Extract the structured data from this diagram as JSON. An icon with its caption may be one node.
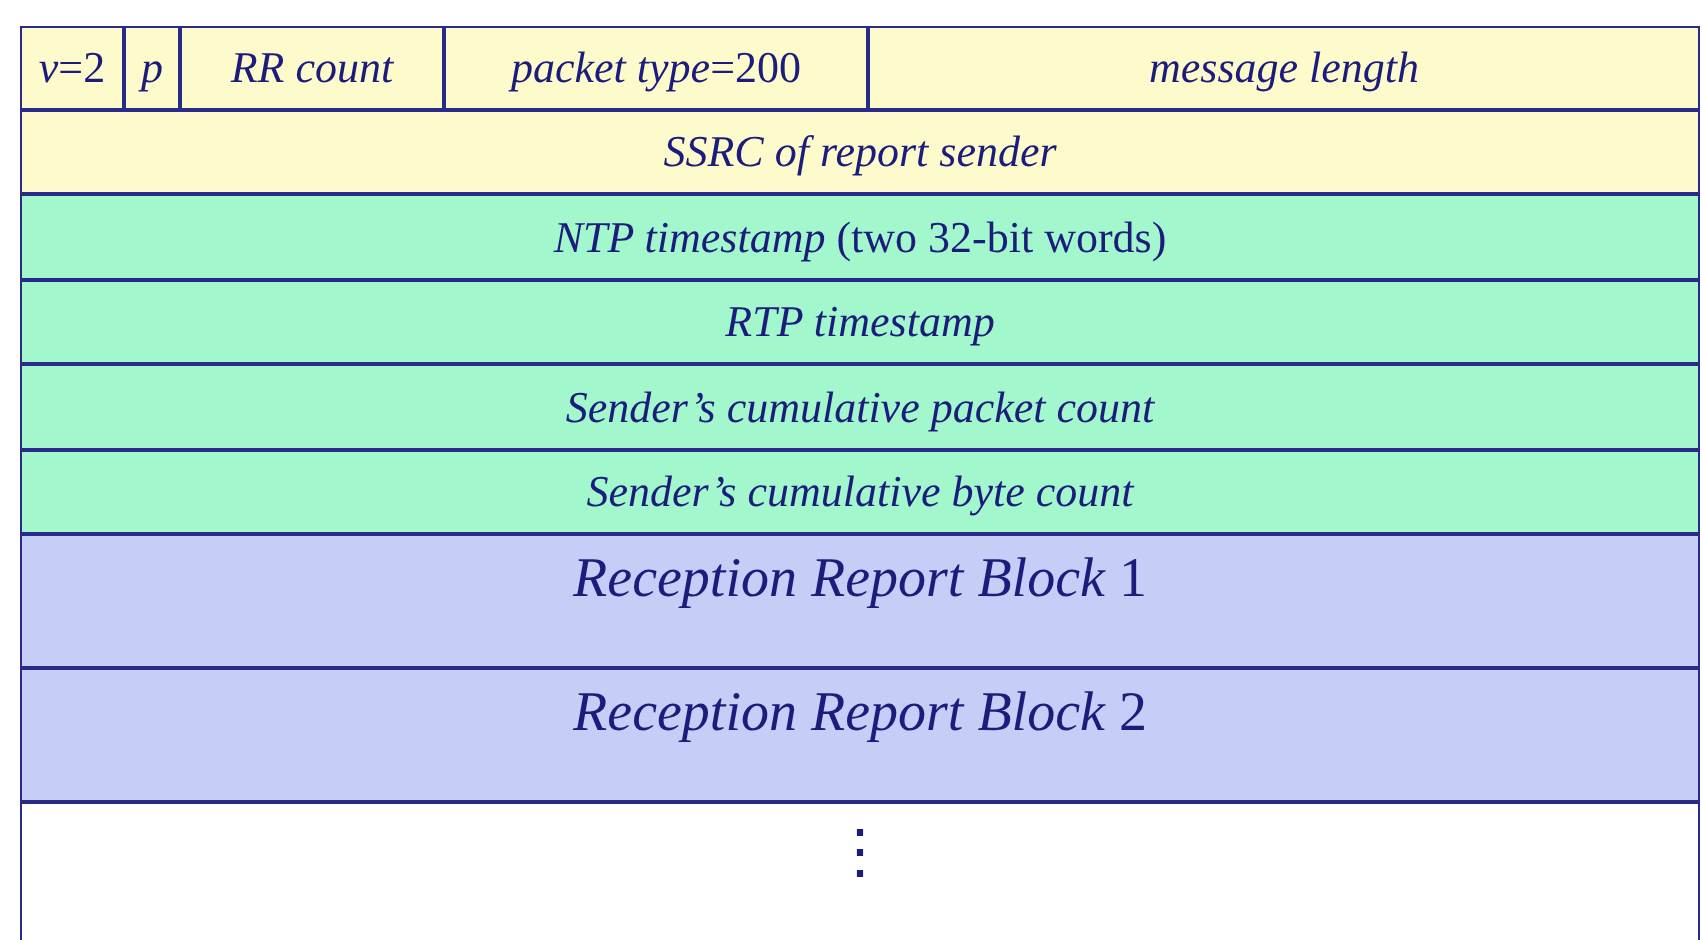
{
  "diagram": {
    "nodes": [
      {
        "text": [
          "*v*=2"
        ]
      },
      {
        "text": [
          "p"
        ]
      },
      {
        "text": [
          "RR count"
        ]
      },
      {
        "text": [
          "*packet type*=200"
        ]
      },
      {
        "text": [
          "message length"
        ]
      },
      {
        "text": [
          "SSRC of report sender"
        ]
      },
      {
        "text": [
          "*NTP timestamp* (two 32-bit words)"
        ]
      },
      {
        "text": [
          "RTP timestamp"
        ]
      },
      {
        "text": [
          "Sender’s cumulative packet count"
        ]
      },
      {
        "text": [
          "Sender’s cumulative byte count"
        ]
      },
      {
        "text": [
          "*Reception Report Block* 1"
        ]
      },
      {
        "text": [
          "*Reception Report Block* 2"
        ]
      },
      {
        "text": [
          "⋮"
        ]
      }
    ],
    "edges": []
  }
}
